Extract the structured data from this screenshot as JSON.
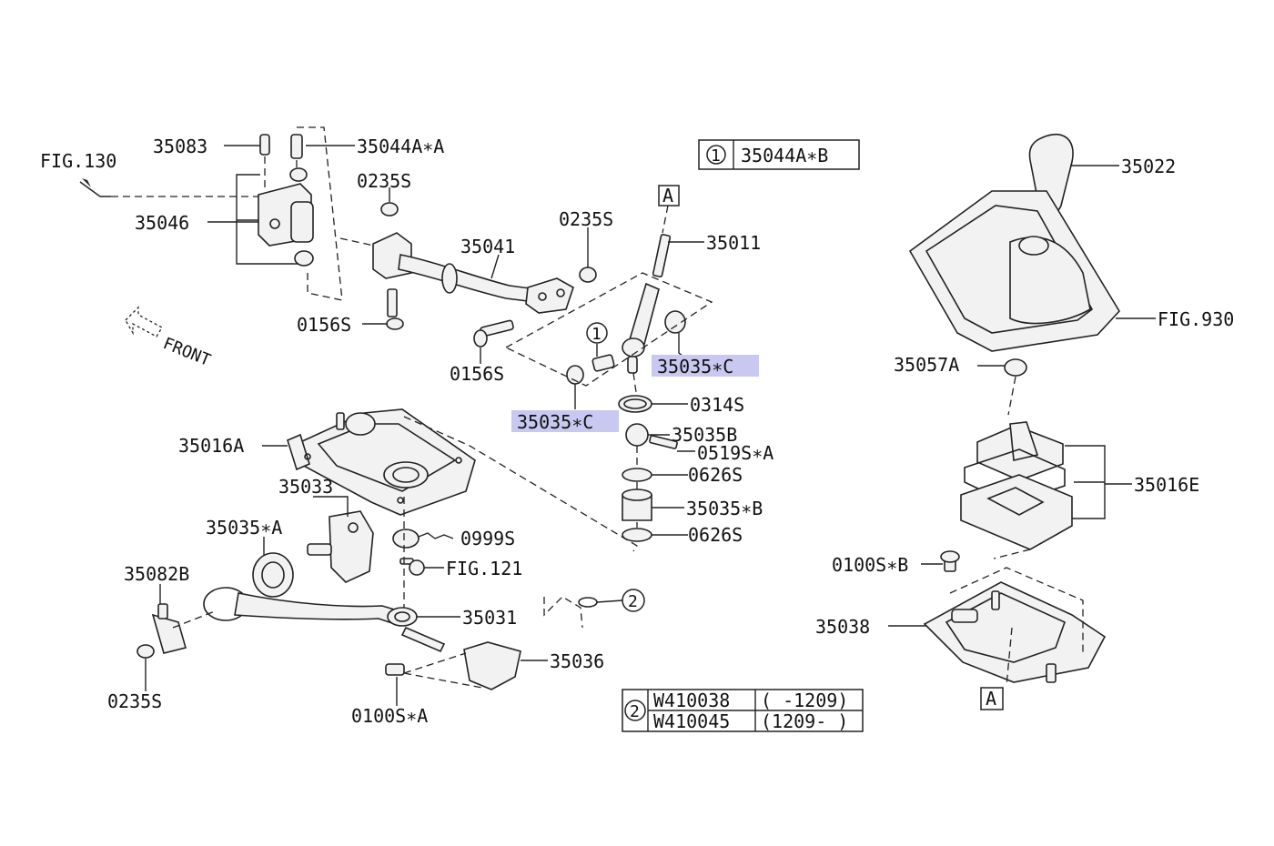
{
  "figure_refs": {
    "fig130": "FIG.130",
    "fig121": "FIG.121",
    "fig930": "FIG.930",
    "front": "FRONT"
  },
  "parts": {
    "p35083": "35083",
    "p35044A_A": "35044A∗A",
    "p35046": "35046",
    "p0235S_a": "0235S",
    "p0235S_b": "0235S",
    "p0235S_c": "0235S",
    "p35041": "35041",
    "p0156S_a": "0156S",
    "p0156S_b": "0156S",
    "p35011": "35011",
    "p35035C_a": "35035∗C",
    "p35035C_b": "35035∗C",
    "p0314S": "0314S",
    "p35035B": "35035B",
    "p0519S_A": "0519S∗A",
    "p0626S_a": "0626S",
    "p0626S_b": "0626S",
    "p35035_B": "35035∗B",
    "p35016A": "35016A",
    "p35033": "35033",
    "p35035_A": "35035∗A",
    "p0999S": "0999S",
    "p35082B": "35082B",
    "p35031": "35031",
    "p35036": "35036",
    "p0100S_A": "0100S∗A",
    "p35022": "35022",
    "p35057A": "35057A",
    "p35016E": "35016E",
    "p0100S_B": "0100S∗B",
    "p35038": "35038"
  },
  "callouts": {
    "one": "1",
    "two": "2",
    "a_top": "A",
    "a_bottom": "A"
  },
  "legend1": {
    "marker": "1",
    "part": "35044A∗B"
  },
  "legend2": {
    "marker": "2",
    "rows": [
      {
        "part": "W410038",
        "range": "( -1209)"
      },
      {
        "part": "W410045",
        "range": "(1209- )"
      }
    ]
  },
  "colors": {
    "highlight": "#c8c8f0",
    "line": "#222222"
  }
}
